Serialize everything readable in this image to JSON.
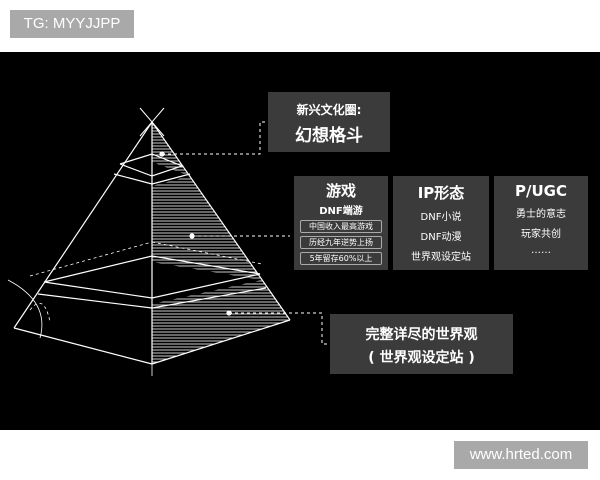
{
  "tags": {
    "top_left": "TG: MYYJJPP",
    "bottom_right": "www.hrted.com"
  },
  "top_box": {
    "line1": "新兴文化圈:",
    "line2": "幻想格斗"
  },
  "game_box": {
    "title": "游戏",
    "subtitle": "DNF端游",
    "pills": [
      "中国收入最高游戏",
      "历经九年逆势上扬",
      "5年留存60%以上"
    ]
  },
  "ip_box": {
    "title": "IP形态",
    "items": [
      "DNF小说",
      "DNF动漫",
      "世界观设定站"
    ]
  },
  "ugc_box": {
    "title": "P/UGC",
    "items": [
      "勇士的意志",
      "玩家共创",
      "……"
    ]
  },
  "world_box": {
    "line1": "完整详尽的世界观",
    "line2": "( 世界观设定站 )"
  },
  "colors": {
    "background": "#000000",
    "box": "#3b3b3b",
    "tag": "#a9a9a9",
    "line": "#ffffff"
  }
}
